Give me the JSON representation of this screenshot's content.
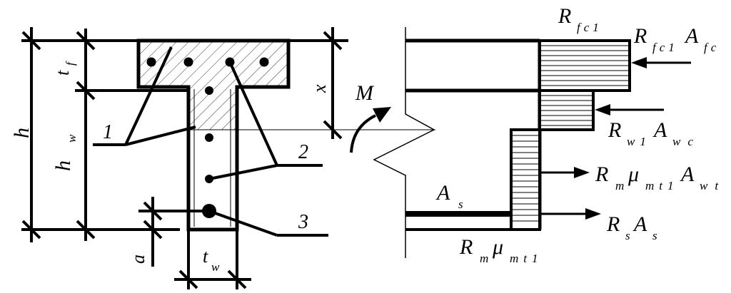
{
  "labels": {
    "h": "h",
    "h_w_main": "h",
    "h_w_sub": "w",
    "t_f_main": "t",
    "t_f_sub": "f",
    "x": "x",
    "a": "a",
    "t_w_main": "t",
    "t_w_sub": "w",
    "M": "M",
    "n1": "1",
    "n2": "2",
    "n3": "3"
  },
  "forces": {
    "r_fc1": {
      "main": "R",
      "sub": "fc1"
    },
    "r_fc1_afc": {
      "m1": "R",
      "s1": "fc1",
      "m2": "A",
      "s2": "fc"
    },
    "r_w1_awc": {
      "m1": "R",
      "s1": "w1",
      "m2": "A",
      "s2": "wc"
    },
    "r_m_mu_awt": {
      "m1": "R",
      "s1": "m",
      "m2": "μ",
      "s2": "mt1",
      "m3": "A",
      "s3": "wt"
    },
    "a_s": {
      "main": "A",
      "sub": "s"
    },
    "r_s_as": {
      "m1": "R",
      "s1": "s",
      "m2": "A",
      "s2": "s"
    },
    "r_m_mu": {
      "m1": "R",
      "s1": "m",
      "m2": "μ",
      "s2": "mt1"
    }
  },
  "colors": {
    "line": "#000000",
    "background": "#ffffff"
  }
}
